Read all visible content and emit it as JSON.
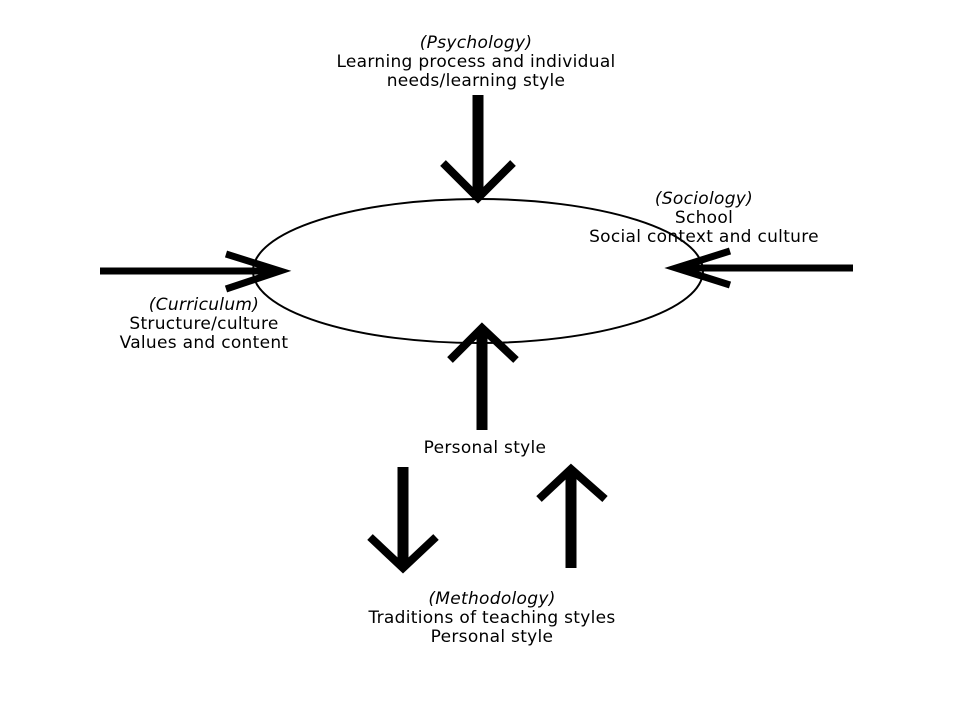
{
  "diagram": {
    "psychology": {
      "heading": "(Psychology)",
      "line1": "Learning process and individual",
      "line2": "needs/learning style"
    },
    "sociology": {
      "heading": "(Sociology)",
      "line1": "School",
      "line2": "Social context and culture"
    },
    "curriculum": {
      "heading": "(Curriculum)",
      "line1": "Structure/culture",
      "line2": "Values and content"
    },
    "personal": {
      "label": "Personal style"
    },
    "methodology": {
      "heading": "(Methodology)",
      "line1": "Traditions of teaching styles",
      "line2": "Personal style"
    }
  },
  "colors": {
    "stroke": "#000000",
    "background": "#ffffff"
  }
}
